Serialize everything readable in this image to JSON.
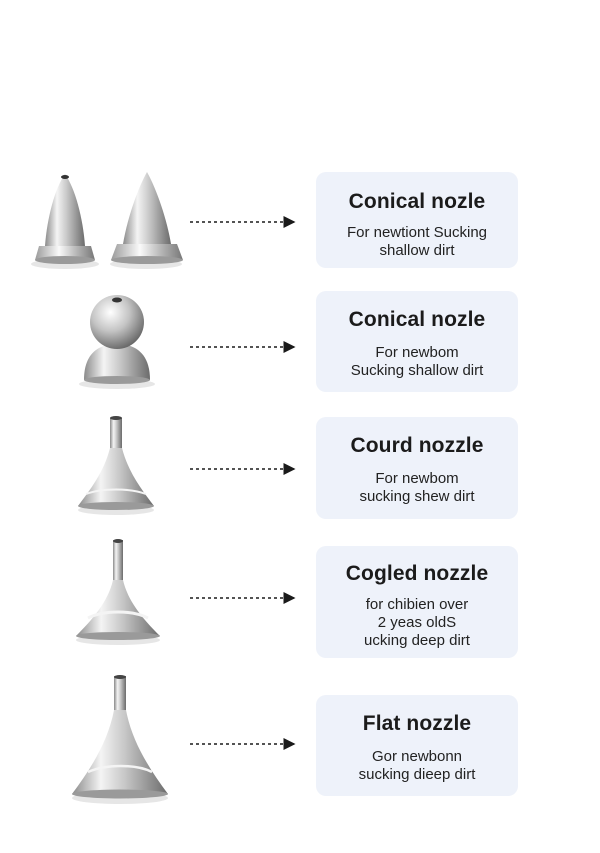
{
  "items": [
    {
      "title": "Conical nozle",
      "desc": [
        "For newtiont Sucking",
        "shallow dirt"
      ]
    },
    {
      "title": "Conical nozle",
      "desc": [
        "For newbom",
        "Sucking shallow dirt"
      ]
    },
    {
      "title": "Courd nozzle",
      "desc": [
        "For newbom",
        "sucking shew dirt"
      ]
    },
    {
      "title": "Cogled nozzle",
      "desc": [
        "for chibien  over",
        "2 yeas oldS",
        "ucking deep dirt"
      ]
    },
    {
      "title": "Flat nozzle",
      "desc": [
        "Gor newbonn",
        "sucking dieep dirt"
      ]
    }
  ],
  "icons": [
    "double-bullet-nozzle-icon",
    "ball-nozzle-icon",
    "funnel-nozzle-icon",
    "tall-funnel-nozzle-icon",
    "wide-funnel-nozzle-icon"
  ],
  "colors": {
    "card_bg": "#eef2fa",
    "metal_light": "#f2f2f2",
    "metal_dark": "#6e6e6e",
    "arrow": "#1a1a1a"
  }
}
